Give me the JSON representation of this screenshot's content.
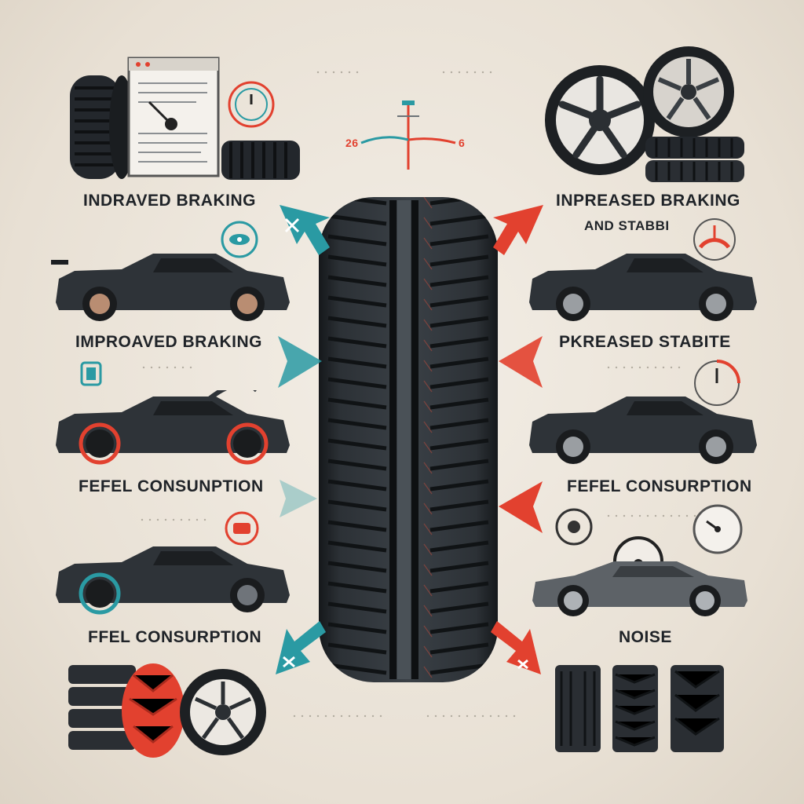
{
  "labels": {
    "left_1": "INDRAVED BRAKING",
    "left_2": "IMPROAVED BRAKING",
    "left_3": "FEFEL CONSUNPTION",
    "left_4": "FFEL CONSURPTION",
    "right_1a": "INPREASED BRAKING",
    "right_1b": "AND STABBI",
    "right_2": "PKREASED STABITE",
    "right_3": "FEFEL CONSURPTION",
    "right_4": "NOISE"
  },
  "scale_marks": {
    "left": "26",
    "right": "6"
  },
  "colors": {
    "teal": "#2a9aa3",
    "red": "#e2412f",
    "tire": "#23272c",
    "car": "#2e3338",
    "background": "#ece5da"
  },
  "icons": [
    "tire-icon",
    "gauge-icon",
    "wheel-icon",
    "car-icon",
    "arrow-icon",
    "check-icon",
    "speedometer-icon"
  ]
}
